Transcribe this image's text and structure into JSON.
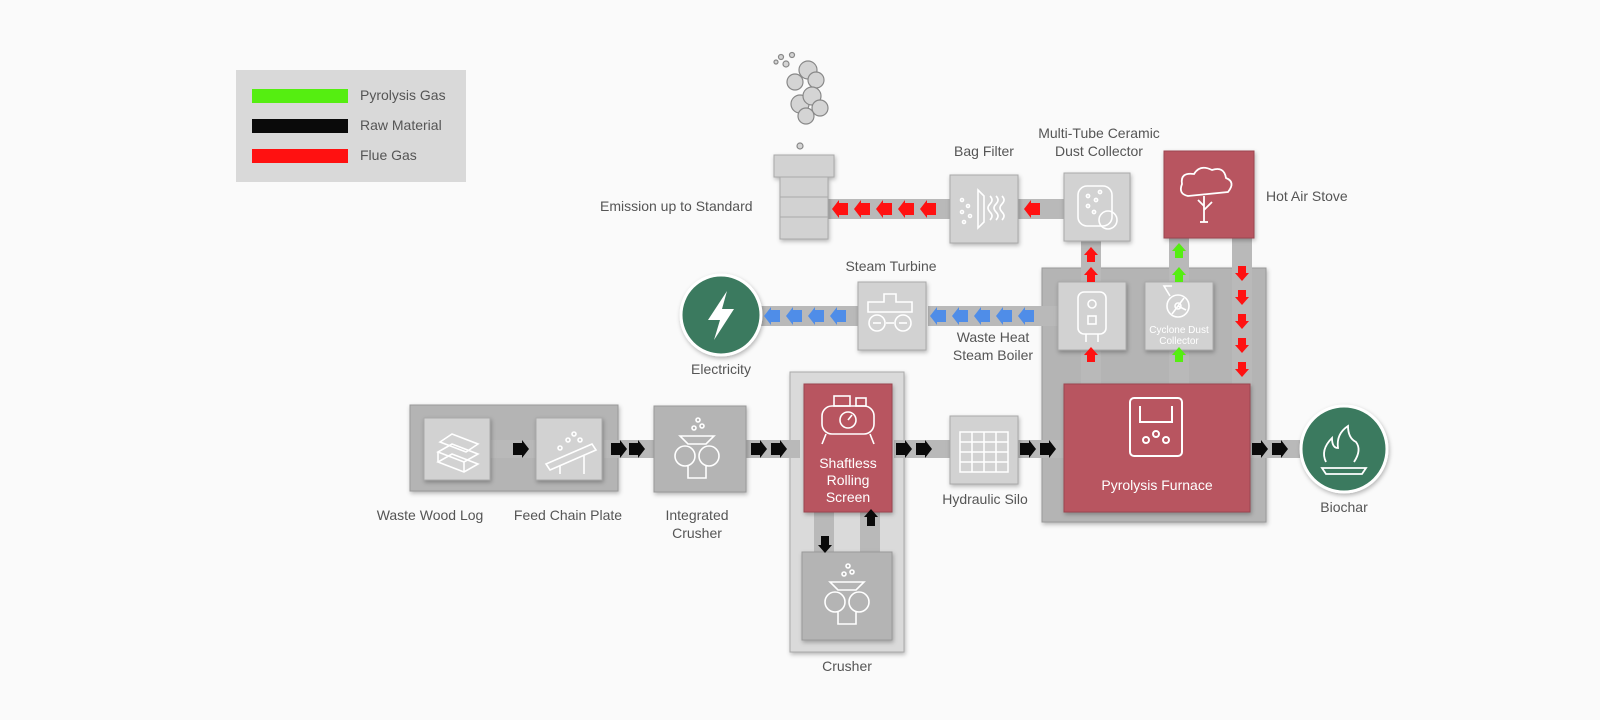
{
  "legend": {
    "items": [
      {
        "label": "Pyrolysis Gas",
        "color": "#55ee11"
      },
      {
        "label": "Raw Material",
        "color": "#0a0a0a"
      },
      {
        "label": "Flue Gas",
        "color": "#ff1111"
      }
    ]
  },
  "colors": {
    "steam": "#4f8de8",
    "accent_red": "#b85560",
    "accent_green": "#3b7a5e",
    "box_gray": "#b4b4b4",
    "tile_gray": "#d2d2d2"
  },
  "labels": {
    "emission": "Emission up to Standard",
    "bag_filter": "Bag Filter",
    "ceramic_line1": "Multi-Tube Ceramic",
    "ceramic_line2": "Dust Collector",
    "hot_air_stove": "Hot Air Stove",
    "steam_turbine": "Steam Turbine",
    "electricity": "Electricity",
    "boiler_line1": "Waste Heat",
    "boiler_line2": "Steam Boiler",
    "cyclone_line1": "Cyclone Dust",
    "cyclone_line2": "Collector",
    "waste_wood": "Waste Wood Log",
    "feed_chain": "Feed Chain Plate",
    "integrated_line1": "Integrated",
    "integrated_line2": "Crusher",
    "screen_line1": "Shaftless",
    "screen_line2": "Rolling",
    "screen_line3": "Screen",
    "hydraulic_silo": "Hydraulic Silo",
    "pyrolysis_furnace": "Pyrolysis Furnace",
    "biochar": "Biochar",
    "crusher": "Crusher"
  }
}
